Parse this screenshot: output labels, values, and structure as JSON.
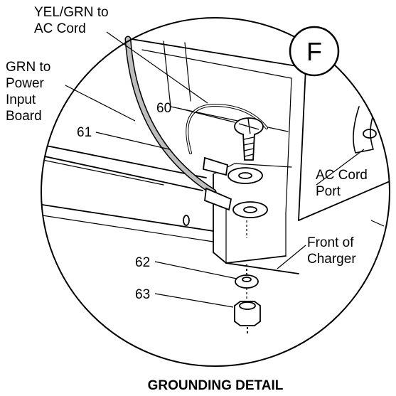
{
  "badge": "F",
  "callouts": {
    "yel_grn": [
      "YEL/GRN to",
      "AC Cord"
    ],
    "grn": [
      "GRN to",
      "Power",
      "Input",
      "Board"
    ],
    "ac_cord_port": [
      "AC Cord",
      "Port"
    ],
    "front_of_charger": [
      "Front of",
      "Charger"
    ],
    "parts": {
      "p60": "60",
      "p61": "61",
      "p62": "62",
      "p63": "63"
    }
  },
  "caption": "GROUNDING DETAIL"
}
